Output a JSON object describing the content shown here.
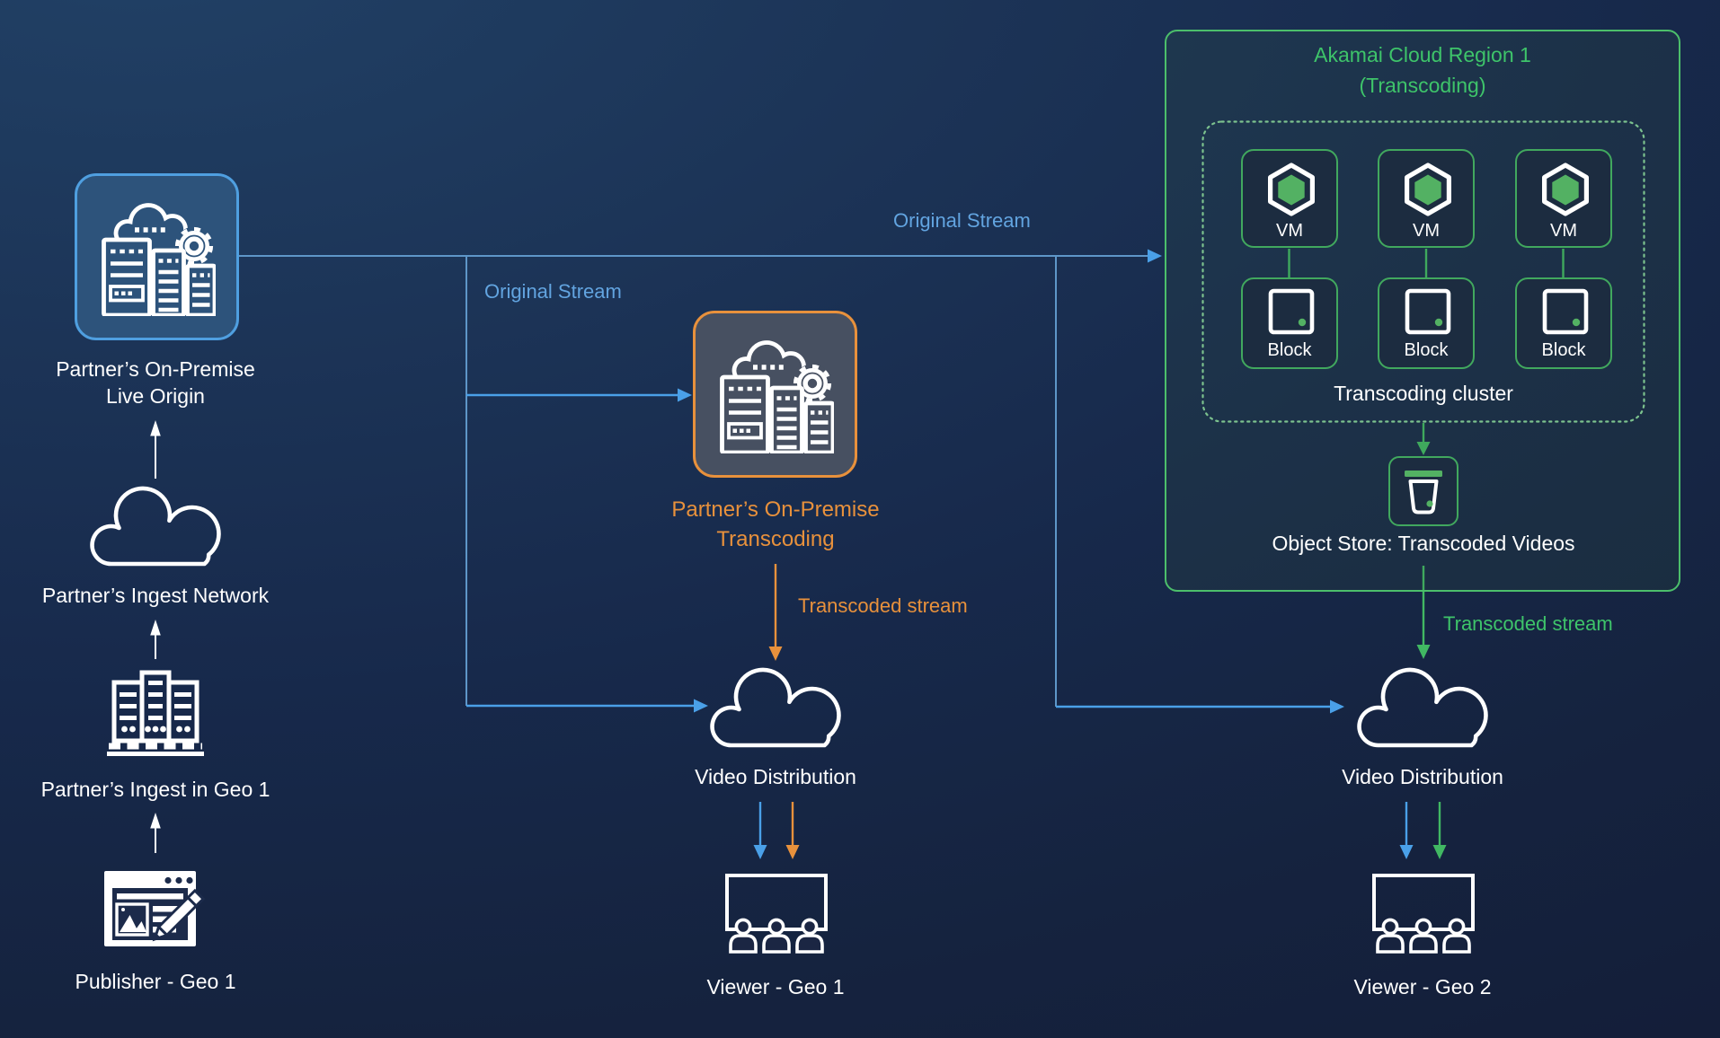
{
  "diagram": {
    "colors": {
      "background_top": "#214166",
      "background_bottom": "#141e39",
      "blue_accent": "#4f9fe0",
      "orange_accent": "#e8913c",
      "green_accent": "#3ec46a",
      "white": "#ffffff"
    },
    "nodes": {
      "live_origin": {
        "label_line1": "Partner’s On-Premise",
        "label_line2": "Live Origin",
        "icon": "origin-servers-cloud-gear"
      },
      "ingest_network": {
        "label": "Partner’s Ingest Network",
        "icon": "cloud"
      },
      "ingest_geo1": {
        "label": "Partner’s Ingest in Geo 1",
        "icon": "server-racks"
      },
      "publisher_geo1": {
        "label": "Publisher - Geo 1",
        "icon": "browser-edit"
      },
      "transcoding": {
        "label_line1": "Partner’s On-Premise",
        "label_line2": "Transcoding",
        "icon": "origin-servers-cloud-gear"
      },
      "video_distribution_geo1": {
        "label": "Video Distribution",
        "icon": "cloud"
      },
      "viewer_geo1": {
        "label": "Viewer - Geo 1",
        "icon": "screen-audience"
      },
      "akamai_region": {
        "title_line1": "Akamai Cloud Region 1",
        "title_line2": "(Transcoding)"
      },
      "transcoding_cluster": {
        "label": "Transcoding cluster",
        "vm_label": "VM",
        "block_label": "Block",
        "vm_count": 3,
        "block_count": 3
      },
      "object_store": {
        "label": "Object Store: Transcoded Videos",
        "icon": "bucket"
      },
      "video_distribution_geo2": {
        "label": "Video Distribution",
        "icon": "cloud"
      },
      "viewer_geo2": {
        "label": "Viewer - Geo 2",
        "icon": "screen-audience"
      }
    },
    "edges": {
      "original_stream_to_akamai": {
        "label": "Original Stream",
        "color": "blue"
      },
      "original_stream_branch": {
        "label": "Original Stream",
        "color": "blue"
      },
      "transcoded_stream_onprem": {
        "label": "Transcoded stream",
        "color": "orange"
      },
      "transcoded_stream_cloud": {
        "label": "Transcoded stream",
        "color": "green"
      }
    }
  }
}
